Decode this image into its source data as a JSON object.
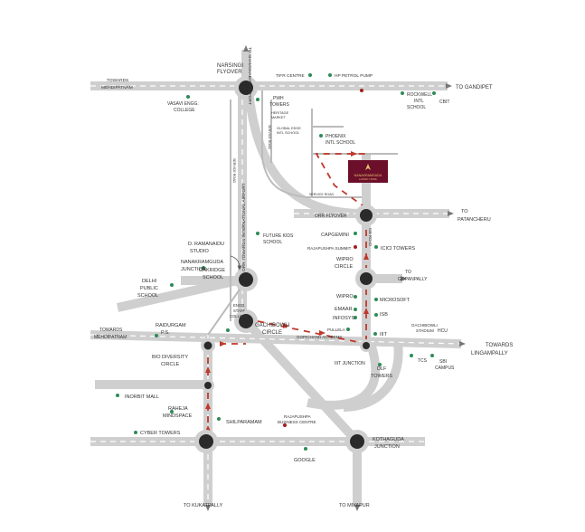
{
  "colors": {
    "road": "#cfcfcf",
    "road_edge": "#b5b5b5",
    "dash": "#ffffff",
    "node_outer": "#cfcfcf",
    "node_inner": "#2a2a2a",
    "poi_green": "#2e8b57",
    "poi_red": "#a31d1d",
    "route": "#c0392b",
    "site_box": "#6b0f2a",
    "site_text": "#e8c070"
  },
  "site": {
    "name": "NANAKRAMGUDA",
    "tagline": "LUXURY LIVING"
  },
  "labels": {
    "to_shamshabad": "TO SHAMSHABAD AIRPORT",
    "narsingi": "NARSINGI",
    "flyover": "FLYOVER",
    "towards_mehdipatnam_top_1": "TOWARDS",
    "towards_mehdipatnam_top_2": "MEHDIPATNAM",
    "vasavi_1": "VASAVI ENGG.",
    "vasavi_2": "COLLEGE",
    "tifr": "TIFR CENTRE",
    "hp_pump": "HP PETROL PUMP",
    "to_gandipet": "TO GANDIPET",
    "pwh_1": "PWH",
    "pwh_2": "TOWERS",
    "heritage_1": "HERITAGE",
    "heritage_2": "MARKET",
    "service_road_v": "SERVICE ROAD",
    "global_edge_1": "GLOBAL EDGE",
    "global_edge_2": "INTL SCHOOL",
    "phoenix_1": "PHOENIX",
    "phoenix_2": "INTL SCHOOL",
    "rockwell_1": "ROCKWELL",
    "rockwell_2": "INTL",
    "rockwell_3": "SCHOOL",
    "cbit": "CBIT",
    "orr_airport": "ORR TOWARDS INTERNATIONAL AIRPORT",
    "service_road_left": "SERVICE ROAD",
    "service_road_h": "SERVICE ROAD",
    "orr_flyover": "ORR FLYOVER",
    "to_patancheru_1": "TO",
    "to_patancheru_2": "PATANCHERU",
    "future_kids_1": "FUTURE KIDS",
    "future_kids_2": "SCHOOL",
    "capgemini": "CAPGEMINI",
    "rajapushpa_summit": "RAJAPUSHPA SUMMIT",
    "icici": "ICICI TOWERS",
    "isb_road": "ISB ROAD",
    "ramanaidu_1": "D. RAMANAIDU",
    "ramanaidu_2": "STUDIO",
    "nanakramguda_1": "NANAKRAMGUDA",
    "nanakramguda_2": "JUNCTION",
    "wipro_circle_1": "WIPRO",
    "wipro_circle_2": "CIRCLE",
    "to_gopanpally_1": "TO",
    "to_gopanpally_2": "GOPANPALLY",
    "delhi_1": "DELHI",
    "delhi_2": "PUBLIC",
    "delhi_3": "SCHOOL",
    "oakridge_1": "OAKRIDGE",
    "oakridge_2": "SCHOOL",
    "wipro": "WIPRO",
    "microsoft": "MICROSOFT",
    "emaar": "EMAAR",
    "infosys": "INFOSYS",
    "isb": "ISB",
    "towards_mehdipatnam_1": "TOWARDS",
    "towards_mehdipatnam_2": "MEHDIPATNAM",
    "raidurgam_1": "RAIDURGAM",
    "raidurgam_2": "P.S.",
    "engg_staff_1": "ENGG.",
    "engg_staff_2": "STAFF",
    "engg_staff_3": "COLLEGE",
    "gachibowli_1": "GACHIBOWLI",
    "gachibowli_2": "CIRCLE",
    "pullela_1": "PULLELA",
    "pullela_2": "GOPICHAND ACADEMY",
    "iiit": "IIIT",
    "gachibowli_stadium_1": "GACHIBOWLI",
    "gachibowli_stadium_2": "STADIUM",
    "hcu": "HCU",
    "towards_lingampally_1": "TOWARDS",
    "towards_lingampally_2": "LINGAMPALLY",
    "bio_diversity_1": "BIO DIVERSITY",
    "bio_diversity_2": "CIRCLE",
    "iiit_junction": "IIIT JUNCTION",
    "dlf_1": "DLF",
    "dlf_2": "TOWERS",
    "tcs": "TCS",
    "sbi_1": "SBI",
    "sbi_2": "CAMPUS",
    "inorbit": "INORBIT MALL",
    "raheja_1": "RAHEJA",
    "raheja_2": "MINDSPACE",
    "shilparamam": "SHILPARAMAM",
    "rajapushpa_bc_1": "RAJAPUSHPA",
    "rajapushpa_bc_2": "BUSINESS CENTRE",
    "cyber_towers": "CYBER TOWERS",
    "kothaguda_1": "KOTHAGUDA",
    "kothaguda_2": "JUNCTION",
    "google": "GOOGLE",
    "to_kukatpally": "TO KUKATPALLY",
    "to_miyapur": "TO MIYAPUR"
  }
}
